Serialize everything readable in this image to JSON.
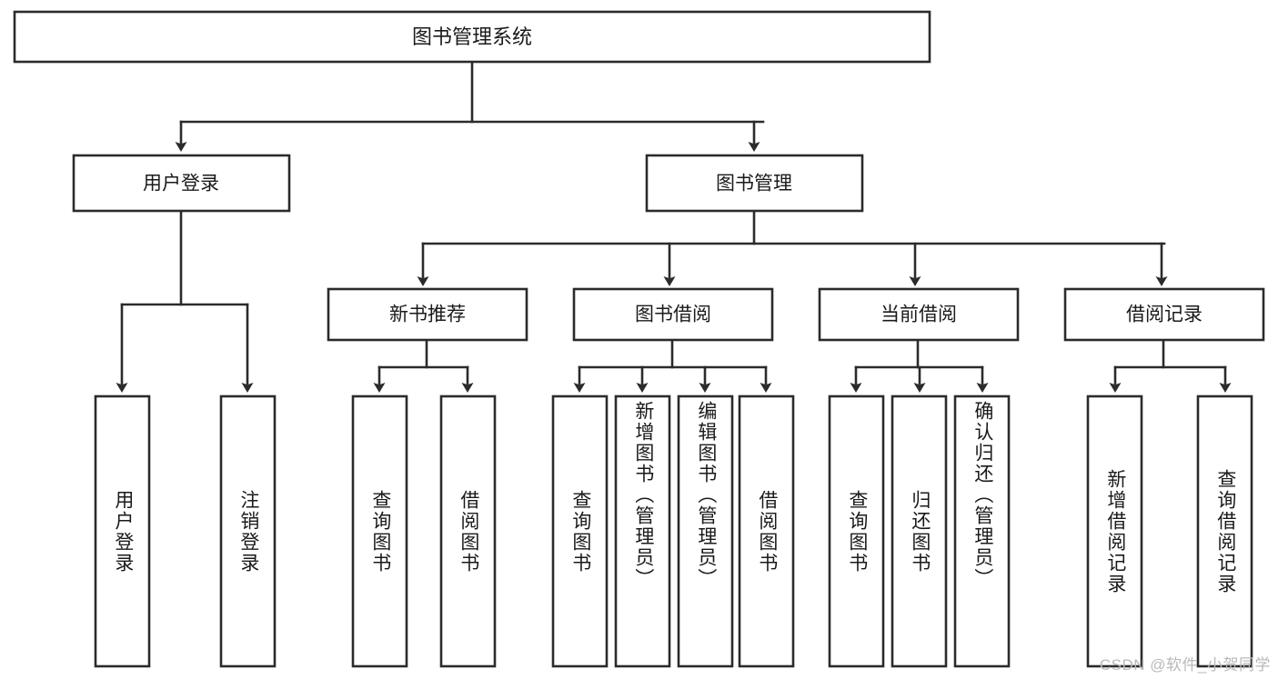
{
  "diagram": {
    "type": "tree-hierarchy-flowchart",
    "title": "图书管理系统",
    "orientation": "top-down",
    "colors": {
      "box_stroke": "#2b2b2b",
      "box_fill": "#ffffff",
      "background": "#ffffff",
      "text": "#1a1a1a",
      "watermark": "#b9b9b9"
    },
    "root": {
      "label": "图书管理系统"
    },
    "level2": [
      {
        "label": "用户登录"
      },
      {
        "label": "图书管理"
      }
    ],
    "level3": [
      {
        "label": "新书推荐"
      },
      {
        "label": "图书借阅"
      },
      {
        "label": "当前借阅"
      },
      {
        "label": "借阅记录"
      }
    ],
    "leaves": {
      "user_login": [
        {
          "label": "用户登录"
        },
        {
          "label": "注销登录"
        }
      ],
      "new_book_recommend": [
        {
          "label": "查询图书"
        },
        {
          "label": "借阅图书"
        }
      ],
      "book_borrow": [
        {
          "label": "查询图书"
        },
        {
          "label": "新增图书（管理员）"
        },
        {
          "label": "编辑图书（管理员）"
        },
        {
          "label": "借阅图书"
        }
      ],
      "current_borrow": [
        {
          "label": "查询图书"
        },
        {
          "label": "归还图书"
        },
        {
          "label": "确认归还（管理员）"
        }
      ],
      "borrow_record": [
        {
          "label": "新增借阅记录"
        },
        {
          "label": "查询借阅记录"
        }
      ]
    }
  },
  "watermark": {
    "text": "CSDN @软件_小贺同学"
  }
}
